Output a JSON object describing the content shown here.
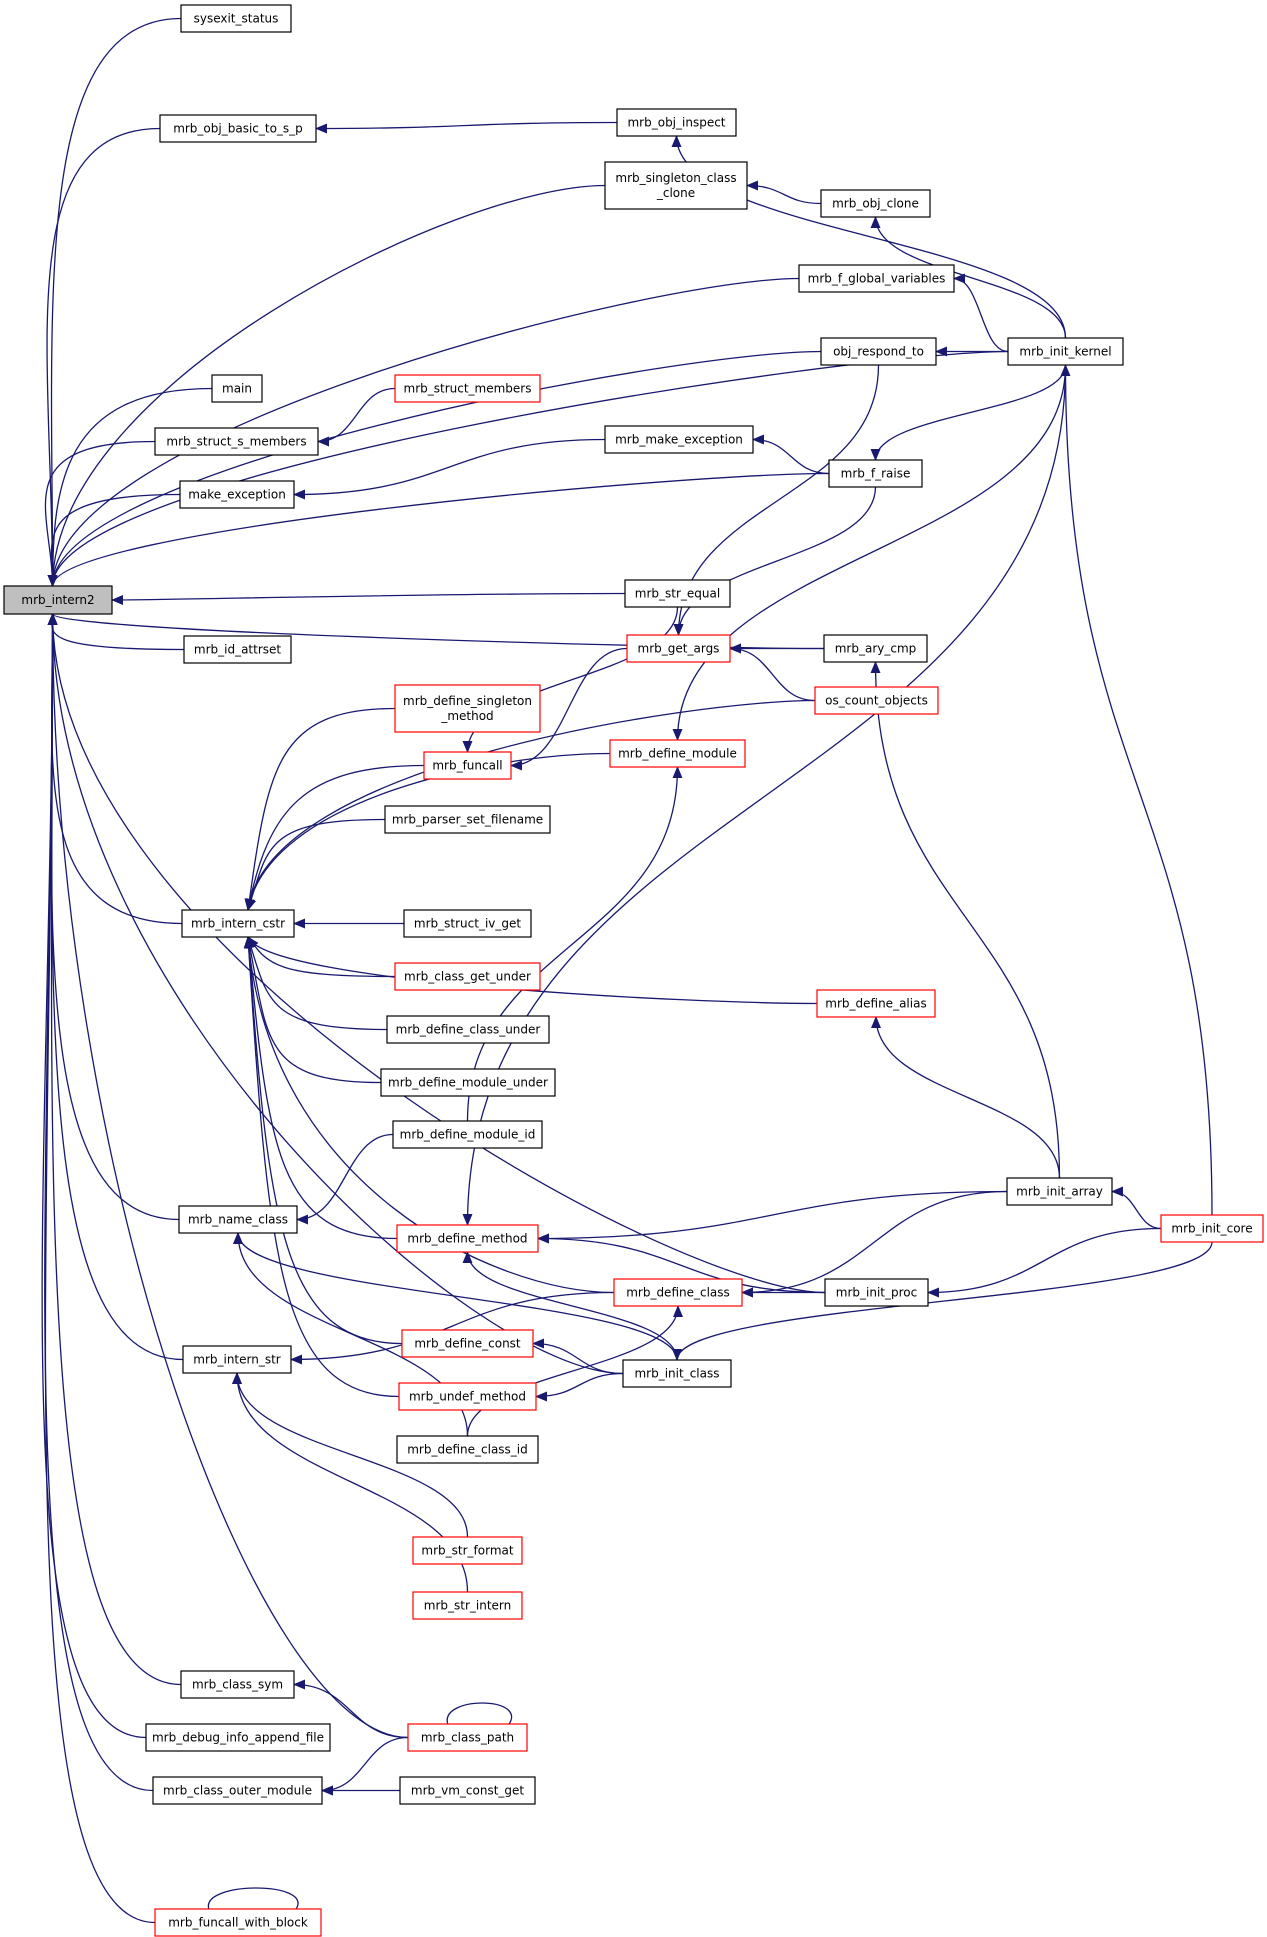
{
  "graph": {
    "colors": {
      "edge": "#191970",
      "node_border": "#000000",
      "truncated_border": "#ff0000",
      "root_fill": "#bfbfbf",
      "node_fill": "#ffffff"
    },
    "nodes": [
      {
        "id": "mrb_intern2",
        "lines": [
          "mrb_intern2"
        ],
        "root": true
      },
      {
        "id": "sysexit_status",
        "lines": [
          "sysexit_status"
        ]
      },
      {
        "id": "mrb_obj_basic_to_s_p",
        "lines": [
          "mrb_obj_basic_to_s_p"
        ]
      },
      {
        "id": "mrb_obj_inspect",
        "lines": [
          "mrb_obj_inspect"
        ]
      },
      {
        "id": "mrb_singleton_class_clone",
        "lines": [
          "mrb_singleton_class",
          "_clone"
        ]
      },
      {
        "id": "mrb_obj_clone",
        "lines": [
          "mrb_obj_clone"
        ]
      },
      {
        "id": "mrb_f_global_variables",
        "lines": [
          "mrb_f_global_variables"
        ]
      },
      {
        "id": "obj_respond_to",
        "lines": [
          "obj_respond_to"
        ]
      },
      {
        "id": "mrb_init_kernel",
        "lines": [
          "mrb_init_kernel"
        ]
      },
      {
        "id": "main",
        "lines": [
          "main"
        ]
      },
      {
        "id": "mrb_struct_members",
        "lines": [
          "mrb_struct_members"
        ],
        "truncated": true
      },
      {
        "id": "mrb_struct_s_members",
        "lines": [
          "mrb_struct_s_members"
        ]
      },
      {
        "id": "mrb_make_exception",
        "lines": [
          "mrb_make_exception"
        ]
      },
      {
        "id": "make_exception",
        "lines": [
          "make_exception"
        ]
      },
      {
        "id": "mrb_f_raise",
        "lines": [
          "mrb_f_raise"
        ]
      },
      {
        "id": "mrb_str_equal",
        "lines": [
          "mrb_str_equal"
        ]
      },
      {
        "id": "mrb_id_attrset",
        "lines": [
          "mrb_id_attrset"
        ]
      },
      {
        "id": "mrb_get_args",
        "lines": [
          "mrb_get_args"
        ],
        "truncated": true
      },
      {
        "id": "mrb_ary_cmp",
        "lines": [
          "mrb_ary_cmp"
        ]
      },
      {
        "id": "os_count_objects",
        "lines": [
          "os_count_objects"
        ],
        "truncated": true
      },
      {
        "id": "mrb_define_singleton_method",
        "lines": [
          "mrb_define_singleton",
          "_method"
        ],
        "truncated": true
      },
      {
        "id": "mrb_funcall",
        "lines": [
          "mrb_funcall"
        ],
        "truncated": true
      },
      {
        "id": "mrb_define_module",
        "lines": [
          "mrb_define_module"
        ],
        "truncated": true
      },
      {
        "id": "mrb_parser_set_filename",
        "lines": [
          "mrb_parser_set_filename"
        ]
      },
      {
        "id": "mrb_intern_cstr",
        "lines": [
          "mrb_intern_cstr"
        ]
      },
      {
        "id": "mrb_struct_iv_get",
        "lines": [
          "mrb_struct_iv_get"
        ]
      },
      {
        "id": "mrb_class_get_under",
        "lines": [
          "mrb_class_get_under"
        ],
        "truncated": true
      },
      {
        "id": "mrb_define_class_under",
        "lines": [
          "mrb_define_class_under"
        ]
      },
      {
        "id": "mrb_define_module_under",
        "lines": [
          "mrb_define_module_under"
        ]
      },
      {
        "id": "mrb_define_alias",
        "lines": [
          "mrb_define_alias"
        ],
        "truncated": true
      },
      {
        "id": "mrb_define_module_id",
        "lines": [
          "mrb_define_module_id"
        ]
      },
      {
        "id": "mrb_name_class",
        "lines": [
          "mrb_name_class"
        ]
      },
      {
        "id": "mrb_define_method",
        "lines": [
          "mrb_define_method"
        ],
        "truncated": true
      },
      {
        "id": "mrb_init_array",
        "lines": [
          "mrb_init_array"
        ]
      },
      {
        "id": "mrb_init_core",
        "lines": [
          "mrb_init_core"
        ],
        "truncated": true
      },
      {
        "id": "mrb_define_class",
        "lines": [
          "mrb_define_class"
        ],
        "truncated": true
      },
      {
        "id": "mrb_init_proc",
        "lines": [
          "mrb_init_proc"
        ]
      },
      {
        "id": "mrb_intern_str",
        "lines": [
          "mrb_intern_str"
        ]
      },
      {
        "id": "mrb_define_const",
        "lines": [
          "mrb_define_const"
        ],
        "truncated": true
      },
      {
        "id": "mrb_init_class",
        "lines": [
          "mrb_init_class"
        ]
      },
      {
        "id": "mrb_undef_method",
        "lines": [
          "mrb_undef_method"
        ],
        "truncated": true
      },
      {
        "id": "mrb_define_class_id",
        "lines": [
          "mrb_define_class_id"
        ]
      },
      {
        "id": "mrb_str_format",
        "lines": [
          "mrb_str_format"
        ],
        "truncated": true
      },
      {
        "id": "mrb_str_intern",
        "lines": [
          "mrb_str_intern"
        ],
        "truncated": true
      },
      {
        "id": "mrb_class_sym",
        "lines": [
          "mrb_class_sym"
        ]
      },
      {
        "id": "mrb_class_path",
        "lines": [
          "mrb_class_path"
        ],
        "truncated": true
      },
      {
        "id": "mrb_debug_info_append_file",
        "lines": [
          "mrb_debug_info_append_file"
        ]
      },
      {
        "id": "mrb_class_outer_module",
        "lines": [
          "mrb_class_outer_module"
        ]
      },
      {
        "id": "mrb_vm_const_get",
        "lines": [
          "mrb_vm_const_get"
        ]
      },
      {
        "id": "mrb_funcall_with_block",
        "lines": [
          "mrb_funcall_with_block"
        ],
        "truncated": true
      }
    ],
    "edges": [
      {
        "from": "sysexit_status",
        "to": "mrb_intern2"
      },
      {
        "from": "mrb_obj_basic_to_s_p",
        "to": "mrb_intern2"
      },
      {
        "from": "mrb_obj_inspect",
        "to": "mrb_obj_basic_to_s_p"
      },
      {
        "from": "mrb_init_kernel",
        "to": "mrb_obj_inspect"
      },
      {
        "from": "mrb_init_kernel",
        "to": "mrb_intern2"
      },
      {
        "from": "mrb_singleton_class_clone",
        "to": "mrb_intern2"
      },
      {
        "from": "mrb_obj_clone",
        "to": "mrb_singleton_class_clone"
      },
      {
        "from": "mrb_init_kernel",
        "to": "mrb_obj_clone"
      },
      {
        "from": "mrb_f_global_variables",
        "to": "mrb_intern2"
      },
      {
        "from": "mrb_init_kernel",
        "to": "mrb_f_global_variables"
      },
      {
        "from": "obj_respond_to",
        "to": "mrb_intern2"
      },
      {
        "from": "mrb_init_kernel",
        "to": "obj_respond_to"
      },
      {
        "from": "main",
        "to": "mrb_intern2"
      },
      {
        "from": "mrb_struct_s_members",
        "to": "mrb_intern2"
      },
      {
        "from": "mrb_struct_members",
        "to": "mrb_struct_s_members"
      },
      {
        "from": "make_exception",
        "to": "mrb_intern2"
      },
      {
        "from": "mrb_make_exception",
        "to": "make_exception"
      },
      {
        "from": "mrb_f_raise",
        "to": "mrb_make_exception"
      },
      {
        "from": "mrb_f_raise",
        "to": "mrb_intern2"
      },
      {
        "from": "mrb_init_kernel",
        "to": "mrb_f_raise"
      },
      {
        "from": "mrb_str_equal",
        "to": "mrb_intern2"
      },
      {
        "from": "mrb_ary_cmp",
        "to": "mrb_intern2"
      },
      {
        "from": "mrb_id_attrset",
        "to": "mrb_intern2"
      },
      {
        "from": "obj_respond_to",
        "to": "mrb_get_args"
      },
      {
        "from": "mrb_f_raise",
        "to": "mrb_get_args"
      },
      {
        "from": "mrb_ary_cmp",
        "to": "mrb_get_args"
      },
      {
        "from": "os_count_objects",
        "to": "mrb_get_args"
      },
      {
        "from": "os_count_objects",
        "to": "mrb_intern_cstr"
      },
      {
        "from": "mrb_get_args",
        "to": "mrb_funcall"
      },
      {
        "from": "mrb_str_equal",
        "to": "mrb_funcall"
      },
      {
        "from": "mrb_define_singleton_method",
        "to": "mrb_intern_cstr"
      },
      {
        "from": "mrb_funcall",
        "to": "mrb_intern_cstr"
      },
      {
        "from": "mrb_define_module",
        "to": "mrb_intern_cstr"
      },
      {
        "from": "mrb_init_kernel",
        "to": "mrb_define_module"
      },
      {
        "from": "mrb_parser_set_filename",
        "to": "mrb_intern_cstr"
      },
      {
        "from": "mrb_struct_iv_get",
        "to": "mrb_intern_cstr"
      },
      {
        "from": "mrb_class_get_under",
        "to": "mrb_intern_cstr"
      },
      {
        "from": "mrb_define_class_under",
        "to": "mrb_intern_cstr"
      },
      {
        "from": "mrb_define_module_under",
        "to": "mrb_intern_cstr"
      },
      {
        "from": "mrb_define_alias",
        "to": "mrb_intern_cstr"
      },
      {
        "from": "mrb_define_method",
        "to": "mrb_intern_cstr"
      },
      {
        "from": "mrb_define_class",
        "to": "mrb_intern_cstr"
      },
      {
        "from": "mrb_define_const",
        "to": "mrb_intern_cstr"
      },
      {
        "from": "mrb_undef_method",
        "to": "mrb_intern_cstr"
      },
      {
        "from": "mrb_intern_cstr",
        "to": "mrb_intern2"
      },
      {
        "from": "mrb_define_module_id",
        "to": "mrb_name_class"
      },
      {
        "from": "mrb_define_module_id",
        "to": "mrb_define_module"
      },
      {
        "from": "mrb_define_class_id",
        "to": "mrb_name_class"
      },
      {
        "from": "mrb_define_class_id",
        "to": "mrb_define_class"
      },
      {
        "from": "mrb_init_class",
        "to": "mrb_name_class"
      },
      {
        "from": "mrb_name_class",
        "to": "mrb_intern2"
      },
      {
        "from": "mrb_init_array",
        "to": "mrb_define_alias"
      },
      {
        "from": "mrb_init_array",
        "to": "mrb_ary_cmp"
      },
      {
        "from": "mrb_init_array",
        "to": "mrb_define_method"
      },
      {
        "from": "mrb_init_array",
        "to": "mrb_define_class"
      },
      {
        "from": "mrb_init_core",
        "to": "mrb_init_array"
      },
      {
        "from": "mrb_init_core",
        "to": "mrb_init_kernel"
      },
      {
        "from": "mrb_init_core",
        "to": "mrb_init_proc"
      },
      {
        "from": "mrb_init_core",
        "to": "mrb_init_class"
      },
      {
        "from": "mrb_init_kernel",
        "to": "mrb_define_method"
      },
      {
        "from": "mrb_init_proc",
        "to": "mrb_define_method"
      },
      {
        "from": "mrb_init_proc",
        "to": "mrb_define_class"
      },
      {
        "from": "mrb_init_proc",
        "to": "mrb_intern2"
      },
      {
        "from": "mrb_init_class",
        "to": "mrb_define_method"
      },
      {
        "from": "mrb_init_class",
        "to": "mrb_define_const"
      },
      {
        "from": "mrb_init_class",
        "to": "mrb_undef_method"
      },
      {
        "from": "mrb_init_class",
        "to": "mrb_intern2"
      },
      {
        "from": "mrb_intern_str",
        "to": "mrb_intern2"
      },
      {
        "from": "mrb_define_class",
        "to": "mrb_intern_str"
      },
      {
        "from": "mrb_str_format",
        "to": "mrb_intern_str"
      },
      {
        "from": "mrb_str_intern",
        "to": "mrb_intern_str"
      },
      {
        "from": "mrb_class_sym",
        "to": "mrb_intern2"
      },
      {
        "from": "mrb_class_path",
        "to": "mrb_class_sym"
      },
      {
        "from": "mrb_class_path",
        "to": "mrb_class_path"
      },
      {
        "from": "mrb_class_path",
        "to": "mrb_intern2"
      },
      {
        "from": "mrb_debug_info_append_file",
        "to": "mrb_intern2"
      },
      {
        "from": "mrb_class_outer_module",
        "to": "mrb_intern2"
      },
      {
        "from": "mrb_class_path",
        "to": "mrb_class_outer_module"
      },
      {
        "from": "mrb_vm_const_get",
        "to": "mrb_class_outer_module"
      },
      {
        "from": "mrb_funcall_with_block",
        "to": "mrb_intern2"
      },
      {
        "from": "mrb_funcall_with_block",
        "to": "mrb_funcall_with_block"
      }
    ]
  }
}
